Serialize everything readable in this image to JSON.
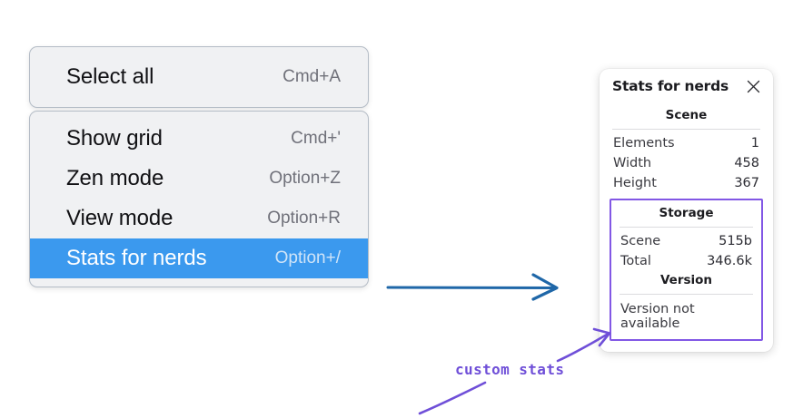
{
  "context_menu": {
    "groups": [
      {
        "items": [
          {
            "label": "Select all",
            "shortcut": "Cmd+A",
            "selected": false
          }
        ]
      },
      {
        "items": [
          {
            "label": "Show grid",
            "shortcut": "Cmd+'",
            "selected": false
          },
          {
            "label": "Zen mode",
            "shortcut": "Option+Z",
            "selected": false
          },
          {
            "label": "View mode",
            "shortcut": "Option+R",
            "selected": false
          },
          {
            "label": "Stats for nerds",
            "shortcut": "Option+/",
            "selected": true
          }
        ]
      }
    ],
    "highlight_color": "#3b99ee",
    "background_color": "#f0f1f3"
  },
  "stats_panel": {
    "title": "Stats for nerds",
    "close_icon": "close-icon",
    "scene": {
      "heading": "Scene",
      "rows": [
        {
          "label": "Elements",
          "value": "1"
        },
        {
          "label": "Width",
          "value": "458"
        },
        {
          "label": "Height",
          "value": "367"
        }
      ]
    },
    "storage": {
      "heading": "Storage",
      "rows": [
        {
          "label": "Scene",
          "value": "515b"
        },
        {
          "label": "Total",
          "value": "346.6k"
        }
      ]
    },
    "version": {
      "heading": "Version",
      "text": "Version not available"
    },
    "highlight_border_color": "#8257e5"
  },
  "annotations": {
    "arrow_blue": {
      "name": "blue-arrow",
      "color": "#1f67a8"
    },
    "custom_stats_note": {
      "text": "custom stats",
      "color": "#6f4fd8"
    }
  }
}
